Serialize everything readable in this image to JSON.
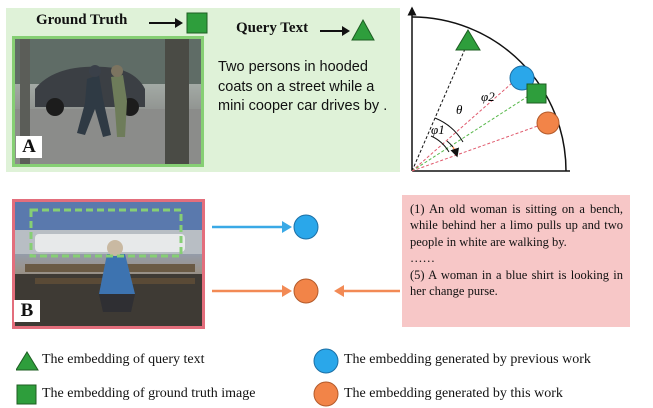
{
  "panel_a": {
    "letter": "A",
    "ground_truth_label": "Ground Truth",
    "query_text_label": "Query Text",
    "description": "Two persons in hooded coats on a street while a mini cooper car drives by ."
  },
  "panel_b": {
    "letter": "B",
    "captions": [
      "(1) An old woman is sitting on a bench, while behind her a limo pulls up and two people in white are walking by.",
      "……",
      "(5) A woman in a blue shirt is looking in her change purse."
    ]
  },
  "angle_diagram": {
    "phi2_label": "φ2",
    "theta_label": "θ",
    "phi1_label": "φ1"
  },
  "legend": {
    "triangle": "The embedding of query text",
    "square": "The embedding of ground truth image",
    "blue_circle": "The embedding generated by previous work",
    "orange_circle": "The embedding generated by this work"
  },
  "colors": {
    "green_shape": "#2e9e3c",
    "blue_circle": "#2aa7ea",
    "orange_circle": "#f28448",
    "blue_arrow": "#3aa9e6",
    "orange_arrow": "#f28a55",
    "panel_a_bg": "#dff2d8",
    "panel_b_caption_bg": "#f7c7c7",
    "green_dash": "#57b84a",
    "red_dash": "#e05a6d"
  },
  "icons": [
    "triangle-icon",
    "square-icon",
    "blue-circle-icon",
    "orange-circle-icon",
    "arrow-right-icon",
    "arrow-left-icon"
  ]
}
